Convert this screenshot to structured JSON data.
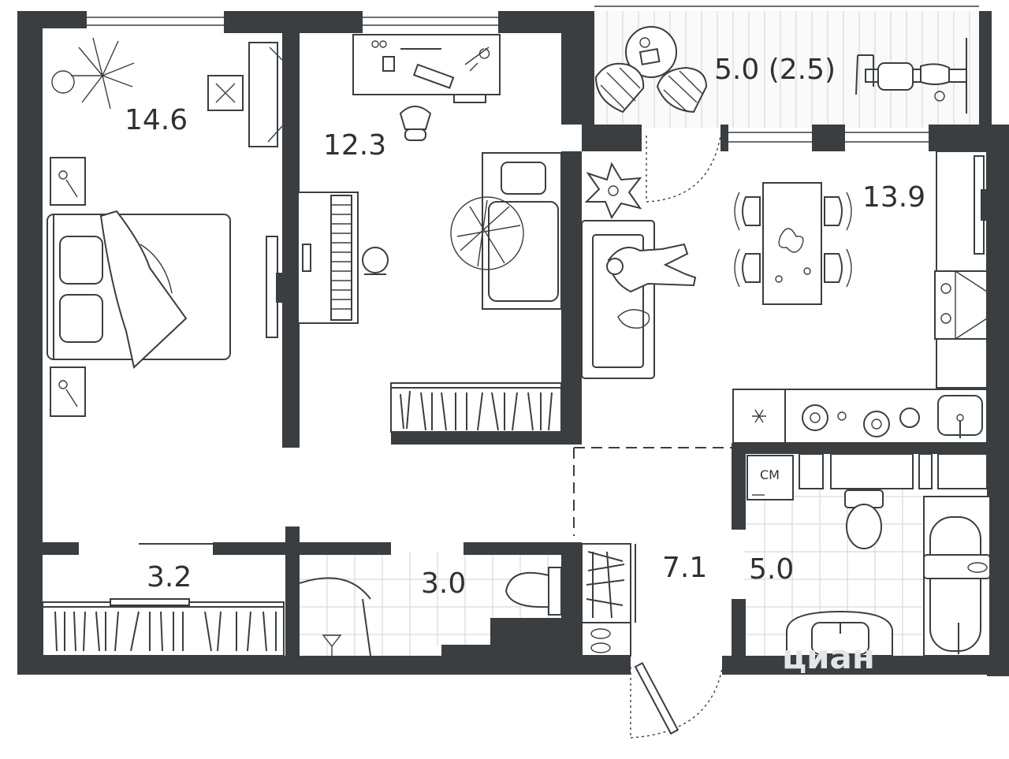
{
  "rooms": {
    "bedroom": "14.6",
    "study": "12.3",
    "balcony": "5.0 (2.5)",
    "kitchen_living": "13.9",
    "storage": "3.2",
    "toilet": "3.0",
    "hall": "7.1",
    "bathroom": "5.0"
  },
  "appliance": {
    "washer_label": "СМ"
  },
  "watermark": {
    "text": "циан"
  },
  "colors": {
    "wall": "#3a3e41",
    "tile_grid": "#d6dadd",
    "background": "#ffffff"
  },
  "icons": [
    "plant-icon",
    "bed-icon",
    "desk-icon",
    "chair-icon",
    "piano-icon",
    "sofa-icon",
    "dining-table-icon",
    "stove-icon",
    "sink-icon",
    "toilet-icon",
    "bathtub-icon",
    "washer-icon",
    "exercise-bike-icon",
    "wardrobe-icon",
    "door-icon"
  ]
}
